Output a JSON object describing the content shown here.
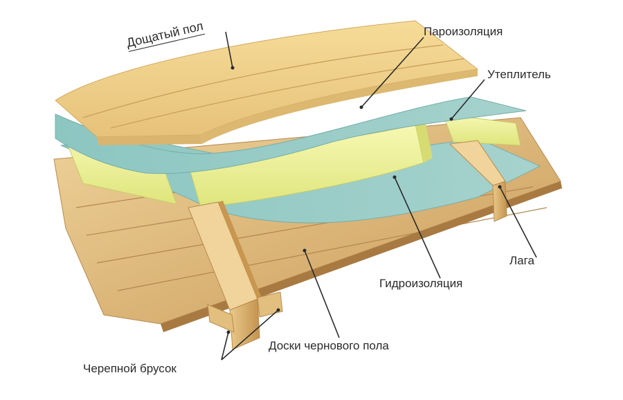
{
  "diagram": {
    "labels": {
      "floorboards": "Дощатый пол",
      "vapor_barrier": "Пароизоляция",
      "insulation": "Утеплитель",
      "joist": "Лага",
      "waterproofing": "Гидроизоляция",
      "subfloor_boards": "Доски чернового пола",
      "cranial_bar": "Черепной брусок"
    },
    "colors": {
      "wood_light": "#e9c98a",
      "wood_mid": "#d9b070",
      "wood_dark": "#b98a4c",
      "floor_board": "#f1d48e",
      "insulation": "#eef29a",
      "membrane": "#8fc3bf",
      "leader": "#2a2a2a"
    }
  }
}
